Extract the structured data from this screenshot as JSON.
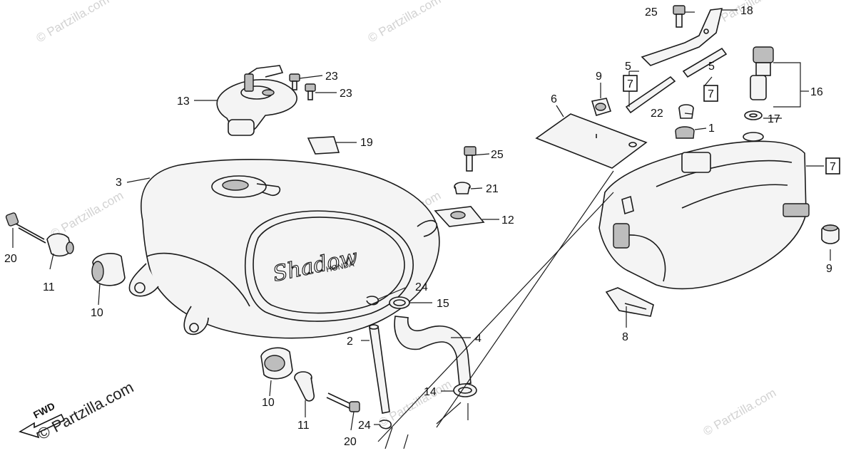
{
  "diagram": {
    "callouts": {
      "c1": "1",
      "c2": "2",
      "c3": "3",
      "c4": "4",
      "c5a": "5",
      "c5b": "5",
      "c6": "6",
      "c7a": "7",
      "c7b": "7",
      "c7c": "7",
      "c8": "8",
      "c9a": "9",
      "c9b": "9",
      "c10a": "10",
      "c10b": "10",
      "c11a": "11",
      "c11b": "11",
      "c12": "12",
      "c13": "13",
      "c14": "14",
      "c15": "15",
      "c16": "16",
      "c17": "17",
      "c18": "18",
      "c19": "19",
      "c20a": "20",
      "c20b": "20",
      "c21": "21",
      "c22": "22",
      "c23a": "23",
      "c23b": "23",
      "c24a": "24",
      "c24b": "24",
      "c25a": "25",
      "c25b": "25"
    },
    "tank_script": "Shadow",
    "tank_brand": "HONDA",
    "fwd_label": "FWD",
    "footer_brand": "© Partzilla.com",
    "watermark_text": "© Partzilla.com"
  }
}
